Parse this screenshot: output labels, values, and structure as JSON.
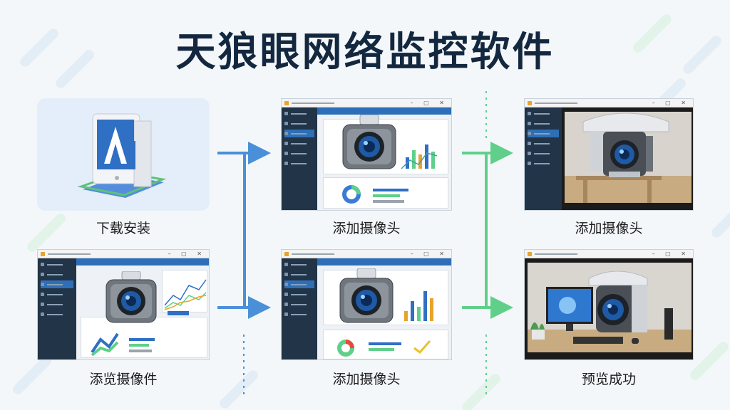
{
  "title": "天狼眼网络监控软件",
  "captions": {
    "install": "下载安装",
    "add_camera_1": "添加摄像头",
    "add_camera_2": "添加摄像头",
    "add_camera_3": "添加摄像头",
    "add_camera_4": "添览摄像件",
    "preview": "预览成功"
  },
  "colors": {
    "title": "#13283f",
    "arrow_blue": "#4a90d9",
    "arrow_green": "#5fcf8a",
    "sidebar": "#223447",
    "accent": "#2c6fb8"
  },
  "icons": {
    "installer": "installer-box-icon",
    "camera": "security-camera-icon",
    "arrow": "right-arrow-icon"
  }
}
